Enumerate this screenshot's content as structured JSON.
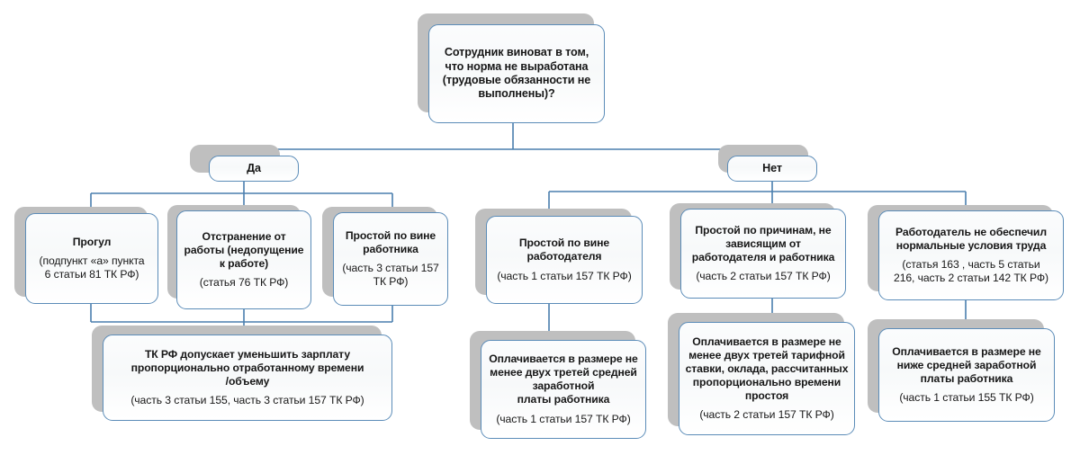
{
  "diagram": {
    "title_text": "",
    "colors": {
      "border": "#5B8CB8",
      "shadow": "#BFBFBF",
      "connector": "#4A7FAE",
      "text": "#171717",
      "background": "#FFFFFF"
    },
    "nodes": {
      "root": {
        "title": "",
        "lines": [
          "Сотрудник виноват в том,",
          "что норма не выработана",
          "(трудовые обязанности не",
          "выполнены)?"
        ]
      },
      "yes": {
        "label": "Да"
      },
      "no": {
        "label": "Нет"
      },
      "progul": {
        "title_lines": [
          "Прогул"
        ],
        "ref_lines": [
          "(подпункт «а» пункта",
          "6 статьи 81 ТК РФ)"
        ]
      },
      "otstranenie": {
        "title_lines": [
          "Отстранение от",
          "работы (недопущение",
          "к работе)"
        ],
        "ref_lines": [
          "(статья 76 ТК РФ)"
        ]
      },
      "prostoy_rabotnik": {
        "title_lines": [
          "Простой по вине",
          "работника"
        ],
        "ref_lines": [
          "(часть 3 статьи 157",
          "ТК РФ)"
        ]
      },
      "summary_left": {
        "title_lines": [
          "ТК РФ допускает уменьшить зарплату",
          "пропорционально отработанному времени",
          "/объему"
        ],
        "ref_lines": [
          "(часть 3 статьи 155, часть 3 статьи 157 ТК РФ)"
        ]
      },
      "prostoy_rabotodatel": {
        "title_lines": [
          "Простой по вине",
          "работодателя"
        ],
        "ref_lines": [
          "(часть 1 статьи 157 ТК РФ)"
        ]
      },
      "prostoy_nezavis": {
        "title_lines": [
          "Простой по причинам, не",
          "зависящим от",
          "работодателя и работника"
        ],
        "ref_lines": [
          "(часть 2 статьи 157 ТК РФ)"
        ]
      },
      "usloviya_truda": {
        "title_lines": [
          "Работодатель не обеспечил",
          "нормальные условия труда"
        ],
        "ref_lines": [
          "(статья 163 , часть 5 статьи",
          "216, часть 2 статьи 142 ТК РФ)"
        ]
      },
      "pay_two_thirds_avg": {
        "title_lines": [
          "Оплачивается в размере не",
          "менее двух третей средней",
          "заработной",
          "платы работника"
        ],
        "ref_lines": [
          "(часть 1 статьи 157 ТК РФ)"
        ]
      },
      "pay_two_thirds_tarif": {
        "title_lines": [
          "Оплачивается в размере не",
          "менее двух третей тарифной",
          "ставки, оклада, рассчитанных",
          "пропорционально времени",
          "простоя"
        ],
        "ref_lines": [
          "(часть 2 статьи 157 ТК РФ)"
        ]
      },
      "pay_not_below_avg": {
        "title_lines": [
          "Оплачивается в размере не",
          "ниже средней заработной",
          "платы работника"
        ],
        "ref_lines": [
          "(часть 1 статьи 155 ТК РФ)"
        ]
      }
    }
  }
}
